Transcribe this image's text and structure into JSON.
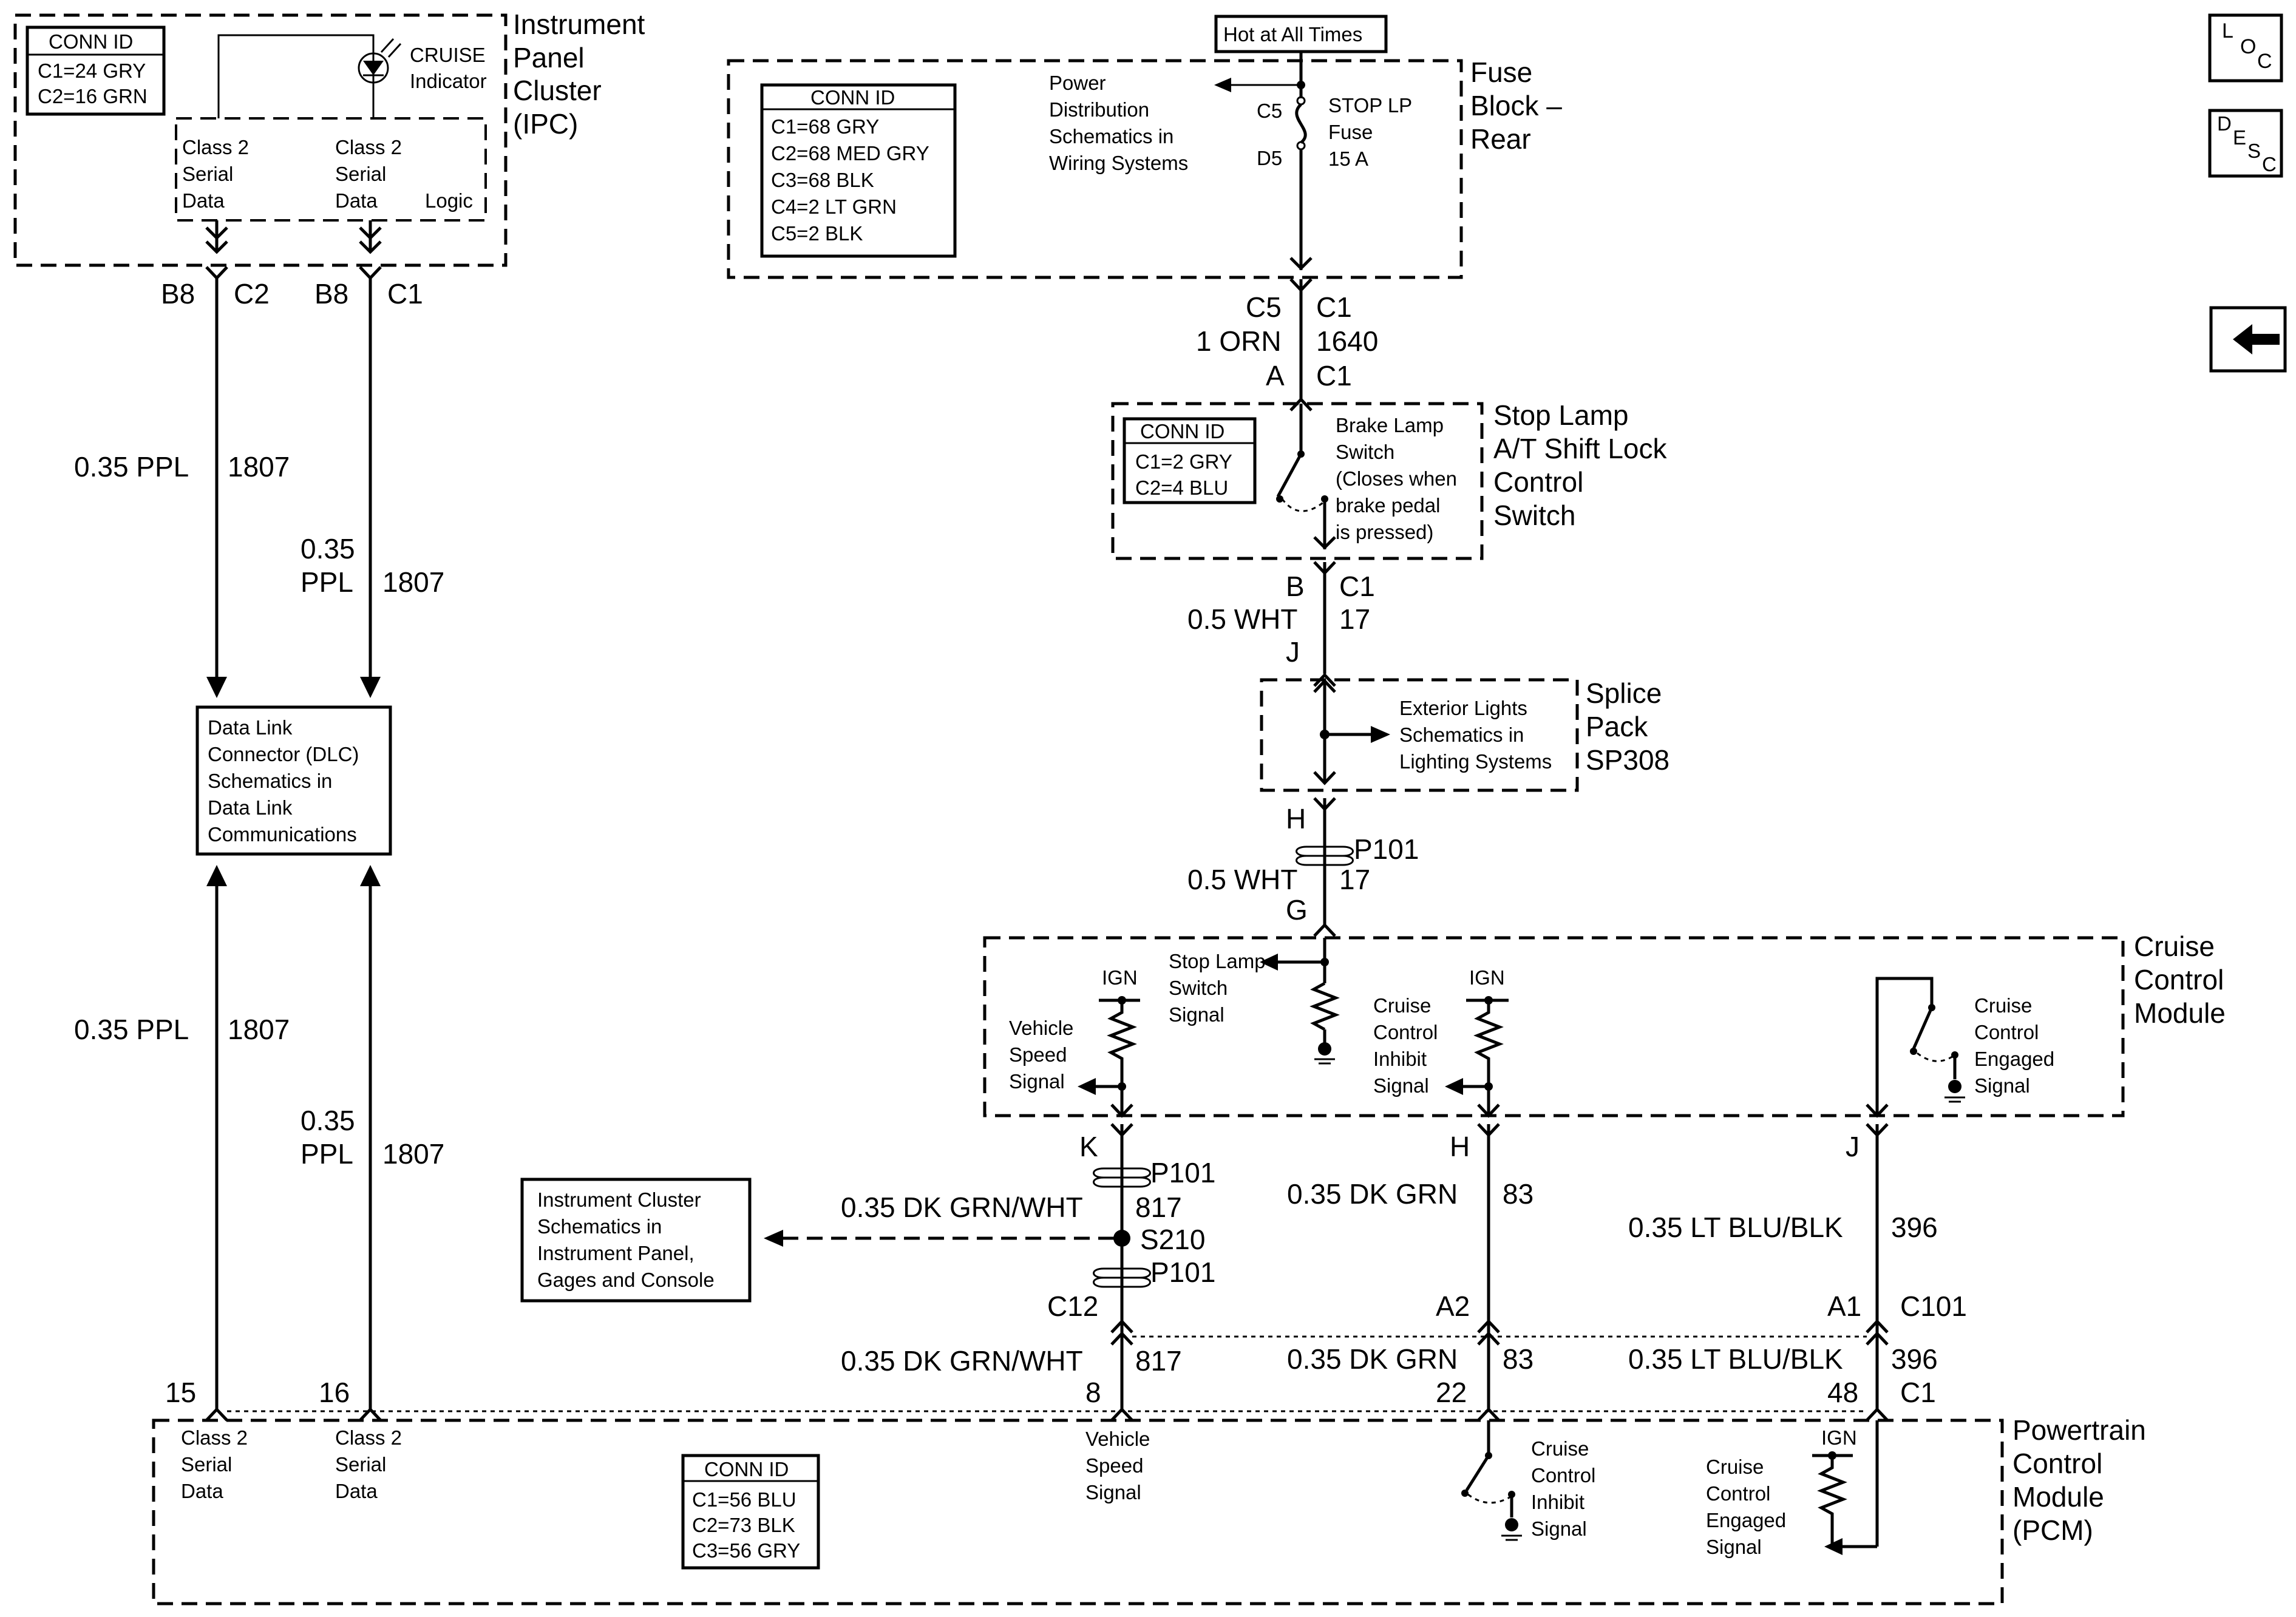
{
  "nav": {
    "loc": [
      "L",
      "O",
      "C"
    ],
    "desc": [
      "D",
      "E",
      "S",
      "C"
    ],
    "back_glyph": "←"
  },
  "hot": "Hot at All Times",
  "ipc": {
    "name": [
      "Instrument",
      "Panel",
      "Cluster",
      "(IPC)"
    ],
    "conn_title": "CONN ID",
    "conn": [
      "C1=24 GRY",
      "C2=16 GRN"
    ],
    "cruise": [
      "CRUISE",
      "Indicator"
    ],
    "serial1": [
      "Class 2",
      "Serial",
      "Data"
    ],
    "serial2": [
      "Class 2",
      "Serial",
      "Data"
    ],
    "logic": "Logic",
    "pins": [
      "B8",
      "C2",
      "B8",
      "C1"
    ]
  },
  "wires_left": {
    "w1_top": [
      "0.35 PPL",
      "1807"
    ],
    "w2_top": [
      "0.35",
      "PPL",
      "1807"
    ],
    "w1_bot": [
      "0.35 PPL",
      "1807"
    ],
    "w2_bot": [
      "0.35",
      "PPL",
      "1807"
    ],
    "pcm_pins": [
      "15",
      "16"
    ]
  },
  "dlc": [
    "Data Link",
    "Connector (DLC)",
    "Schematics in",
    "Data Link",
    "Communications"
  ],
  "fuse": {
    "name": [
      "Fuse",
      "Block –",
      "Rear"
    ],
    "conn_title": "CONN ID",
    "conn": [
      "C1=68 GRY",
      "C2=68 MED GRY",
      "C3=68 BLK",
      "C4=2 LT GRN",
      "C5=2 BLK"
    ],
    "power": [
      "Power",
      "Distribution",
      "Schematics in",
      "Wiring Systems"
    ],
    "c5": "C5",
    "d5": "D5",
    "fuse_label": [
      "STOP LP",
      "Fuse",
      "15 A"
    ]
  },
  "w_orn": {
    "pins_top": [
      "C5",
      "C1"
    ],
    "wire": [
      "1 ORN",
      "1640"
    ],
    "pins_bot": [
      "A",
      "C1"
    ]
  },
  "stop_switch": {
    "name": [
      "Stop Lamp",
      "A/T Shift Lock",
      "Control",
      "Switch"
    ],
    "conn_title": "CONN ID",
    "conn": [
      "C1=2 GRY",
      "C2=4 BLU"
    ],
    "desc": [
      "Brake Lamp",
      "Switch",
      "(Closes when",
      "brake pedal",
      "is pressed)"
    ]
  },
  "w_wht1": {
    "pins_top": [
      "B",
      "C1"
    ],
    "wire": [
      "0.5 WHT",
      "17"
    ],
    "pin_bot": "J"
  },
  "splice": {
    "name": [
      "Splice",
      "Pack",
      "SP308"
    ],
    "ext": [
      "Exterior Lights",
      "Schematics in",
      "Lighting Systems"
    ]
  },
  "w_wht2": {
    "pin_top": "H",
    "conn": "P101",
    "wire": [
      "0.5 WHT",
      "17"
    ],
    "pin_bot": "G"
  },
  "ccm": {
    "name": [
      "Cruise",
      "Control",
      "Module"
    ],
    "ign1": "IGN",
    "ign2": "IGN",
    "vss": [
      "Vehicle",
      "Speed",
      "Signal"
    ],
    "sls": [
      "Stop Lamp",
      "Switch",
      "Signal"
    ],
    "inhibit": [
      "Cruise",
      "Control",
      "Inhibit",
      "Signal"
    ],
    "engaged": [
      "Cruise",
      "Control",
      "Engaged",
      "Signal"
    ],
    "pins": [
      "K",
      "H",
      "J"
    ]
  },
  "w_vss": {
    "p101a": "P101",
    "wire_top": [
      "0.35 DK GRN/WHT",
      "817"
    ],
    "splice": "S210",
    "p101b": "P101",
    "c12": "C12",
    "wire_bot": [
      "0.35 DK GRN/WHT",
      "817"
    ],
    "pcm_pin": "8"
  },
  "ic_ref": [
    "Instrument Cluster",
    "Schematics in",
    "Instrument Panel,",
    "Gages and Console"
  ],
  "w_inh": {
    "wire_top": [
      "0.35 DK GRN",
      "83"
    ],
    "a2": "A2",
    "wire_bot": [
      "0.35 DK GRN",
      "83"
    ],
    "pcm_pin": "22"
  },
  "w_eng": {
    "wire_top": [
      "0.35 LT BLU/BLK",
      "396"
    ],
    "a1": "A1",
    "c101": "C101",
    "wire_bot": [
      "0.35 LT BLU/BLK",
      "396"
    ],
    "pcm_pin": "48",
    "c1": "C1"
  },
  "pcm": {
    "name": [
      "Powertrain",
      "Control",
      "Module",
      "(PCM)"
    ],
    "serial1": [
      "Class 2",
      "Serial",
      "Data"
    ],
    "serial2": [
      "Class 2",
      "Serial",
      "Data"
    ],
    "conn_title": "CONN ID",
    "conn": [
      "C1=56 BLU",
      "C2=73 BLK",
      "C3=56 GRY"
    ],
    "vss": [
      "Vehicle",
      "Speed",
      "Signal"
    ],
    "inhibit": [
      "Cruise",
      "Control",
      "Inhibit",
      "Signal"
    ],
    "ign": "IGN",
    "engaged": [
      "Cruise",
      "Control",
      "Engaged",
      "Signal"
    ]
  }
}
